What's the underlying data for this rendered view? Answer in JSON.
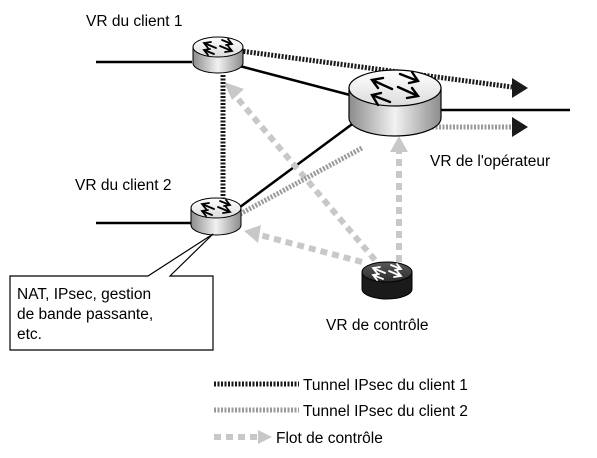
{
  "labels": {
    "client1": "VR du client 1",
    "client2": "VR du client 2",
    "operator": "VR de l'opérateur",
    "control": "VR de contrôle"
  },
  "callout": {
    "lines": [
      "NAT, IPsec, gestion",
      "de bande passante,",
      "etc."
    ]
  },
  "legend": [
    {
      "text": "Tunnel IPsec du client 1"
    },
    {
      "text": "Tunnel IPsec du client 2"
    },
    {
      "text": "Flot de contrôle"
    }
  ],
  "colors": {
    "tunnel1": "#1a1a1a",
    "tunnel2": "#9a9a9a",
    "control_flow": "#c8c8c8"
  }
}
